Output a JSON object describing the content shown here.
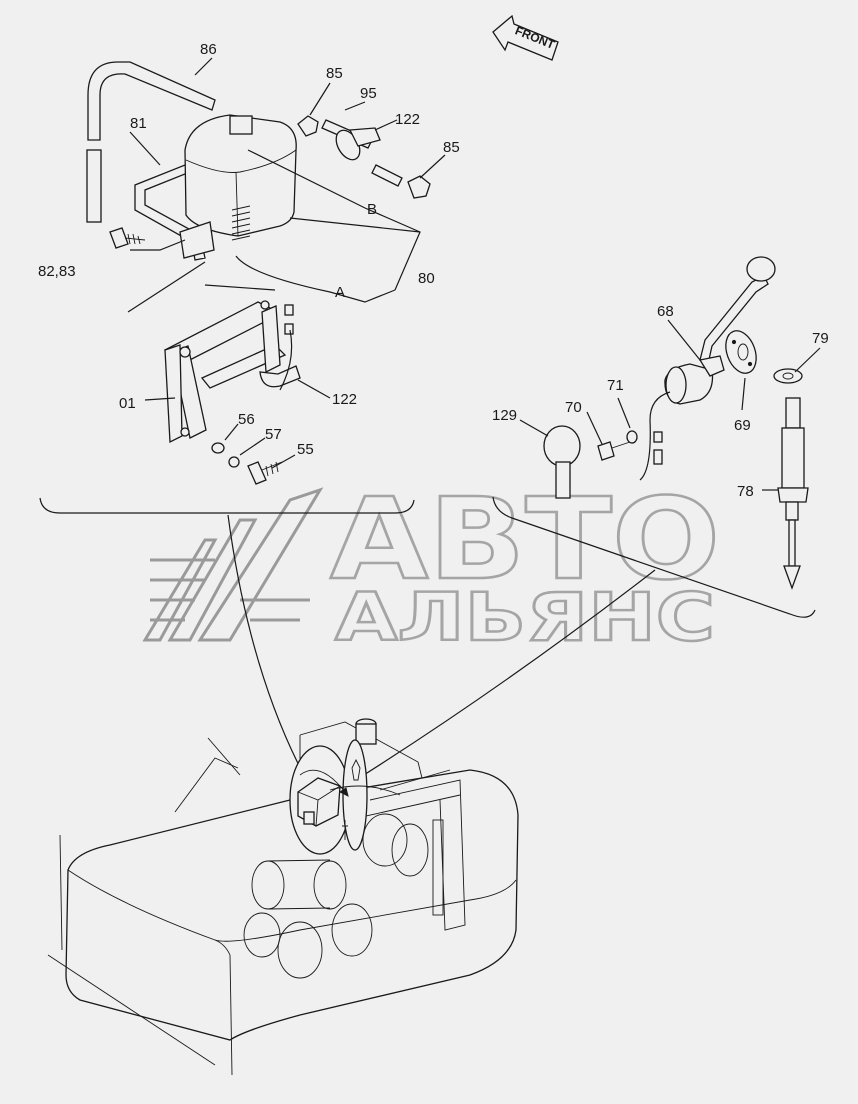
{
  "callouts": {
    "c86": "86",
    "c85a": "85",
    "c95": "95",
    "c122a": "122",
    "c85b": "85",
    "c81": "81",
    "cB": "B",
    "c8283": "82,83",
    "c80": "80",
    "cA": "A",
    "c01": "01",
    "c122b": "122",
    "c56": "56",
    "c57": "57",
    "c55": "55",
    "c68": "68",
    "c79": "79",
    "c71": "71",
    "c69": "69",
    "c129": "129",
    "c70": "70",
    "c78": "78"
  },
  "front_arrow": {
    "label": "FRONT"
  },
  "watermark": {
    "line1": "АВТО",
    "line2": "АЛЬЯНС"
  },
  "colors": {
    "background": "#f0f0f0",
    "ink": "#1a1a1a",
    "watermark": "#a5a5a5"
  }
}
